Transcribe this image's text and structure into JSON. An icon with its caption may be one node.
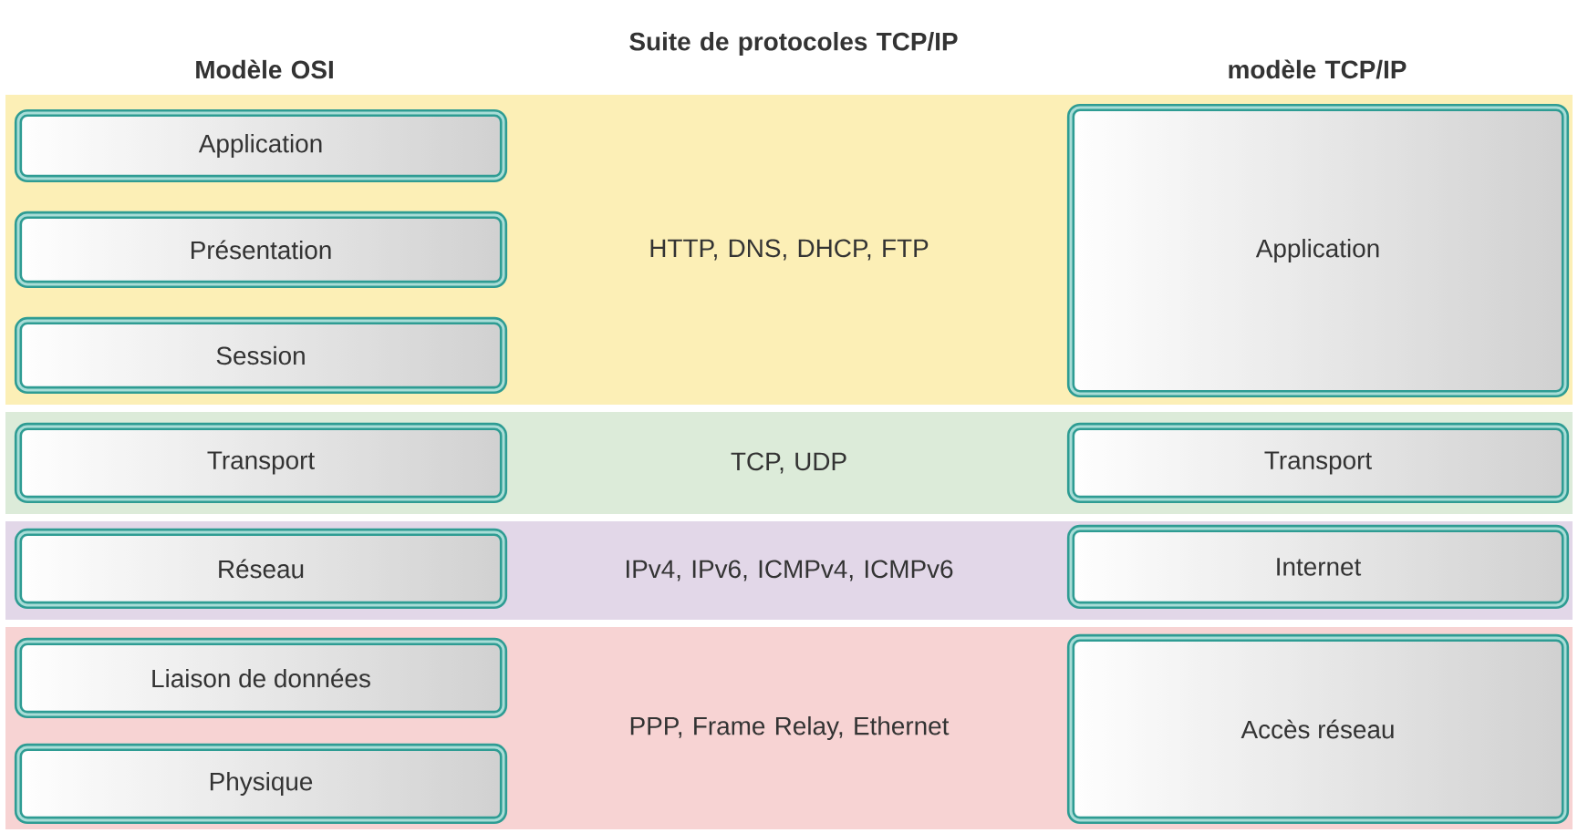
{
  "diagram": {
    "nodes": [
      {
        "text": [
          "HTTP, DNS, DHCP, FTP"
        ]
      },
      {
        "text": [
          "Application"
        ],
        "in": 0
      },
      {
        "text": [
          "Présentation"
        ],
        "in": 0
      },
      {
        "text": [
          "Session"
        ],
        "in": 0
      },
      {
        "text": [
          "Application"
        ],
        "in": 0
      },
      {
        "text": [
          "TCP, UDP"
        ]
      },
      {
        "text": [
          "Transport"
        ],
        "in": 5
      },
      {
        "text": [
          "Transport"
        ],
        "in": 5
      },
      {
        "text": [
          "IPv4, IPv6, ICMPv4, ICMPv6"
        ]
      },
      {
        "text": [
          "Réseau"
        ],
        "in": 8
      },
      {
        "text": [
          "Internet"
        ],
        "in": 8
      },
      {
        "text": [
          "PPP, Frame Relay, Ethernet"
        ]
      },
      {
        "text": [
          "Liaison de données"
        ],
        "in": 11
      },
      {
        "text": [
          "Physique"
        ],
        "in": 11
      },
      {
        "text": [
          "Accès réseau"
        ],
        "in": 11
      }
    ],
    "labels": [
      "Modèle OSI",
      "Suite de protocoles TCP/IP",
      "modèle TCP/IP"
    ]
  }
}
